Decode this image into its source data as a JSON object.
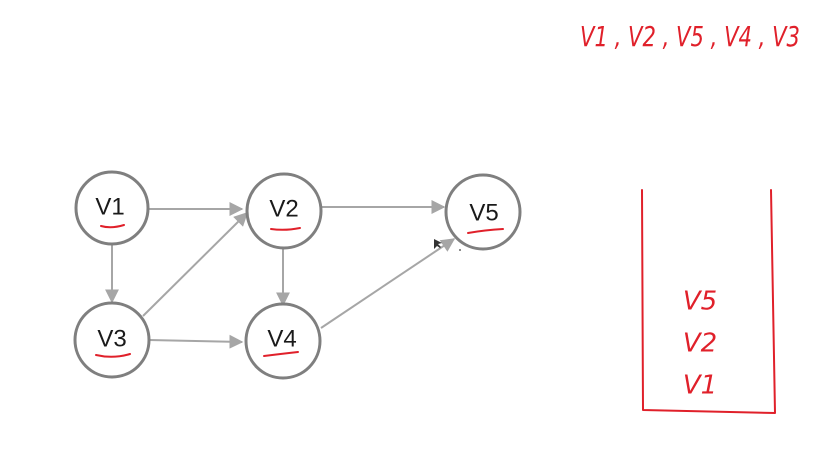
{
  "graph": {
    "nodes": [
      {
        "id": "v1",
        "label": "V1"
      },
      {
        "id": "v2",
        "label": "V2"
      },
      {
        "id": "v3",
        "label": "V3"
      },
      {
        "id": "v4",
        "label": "V4"
      },
      {
        "id": "v5",
        "label": "V5"
      }
    ],
    "edges": [
      {
        "from": "V1",
        "to": "V2"
      },
      {
        "from": "V1",
        "to": "V3"
      },
      {
        "from": "V3",
        "to": "V2"
      },
      {
        "from": "V3",
        "to": "V4"
      },
      {
        "from": "V2",
        "to": "V4"
      },
      {
        "from": "V2",
        "to": "V5"
      },
      {
        "from": "V4",
        "to": "V5"
      }
    ]
  },
  "annotations": {
    "order_sequence": "V1 , V2 , V5 , V4 , V3",
    "stack_items": [
      "V5",
      "V2",
      "V1"
    ]
  },
  "colors": {
    "node_stroke": "#7f7f7f",
    "edge": "#a6a6a6",
    "annotation": "#e0202a"
  }
}
